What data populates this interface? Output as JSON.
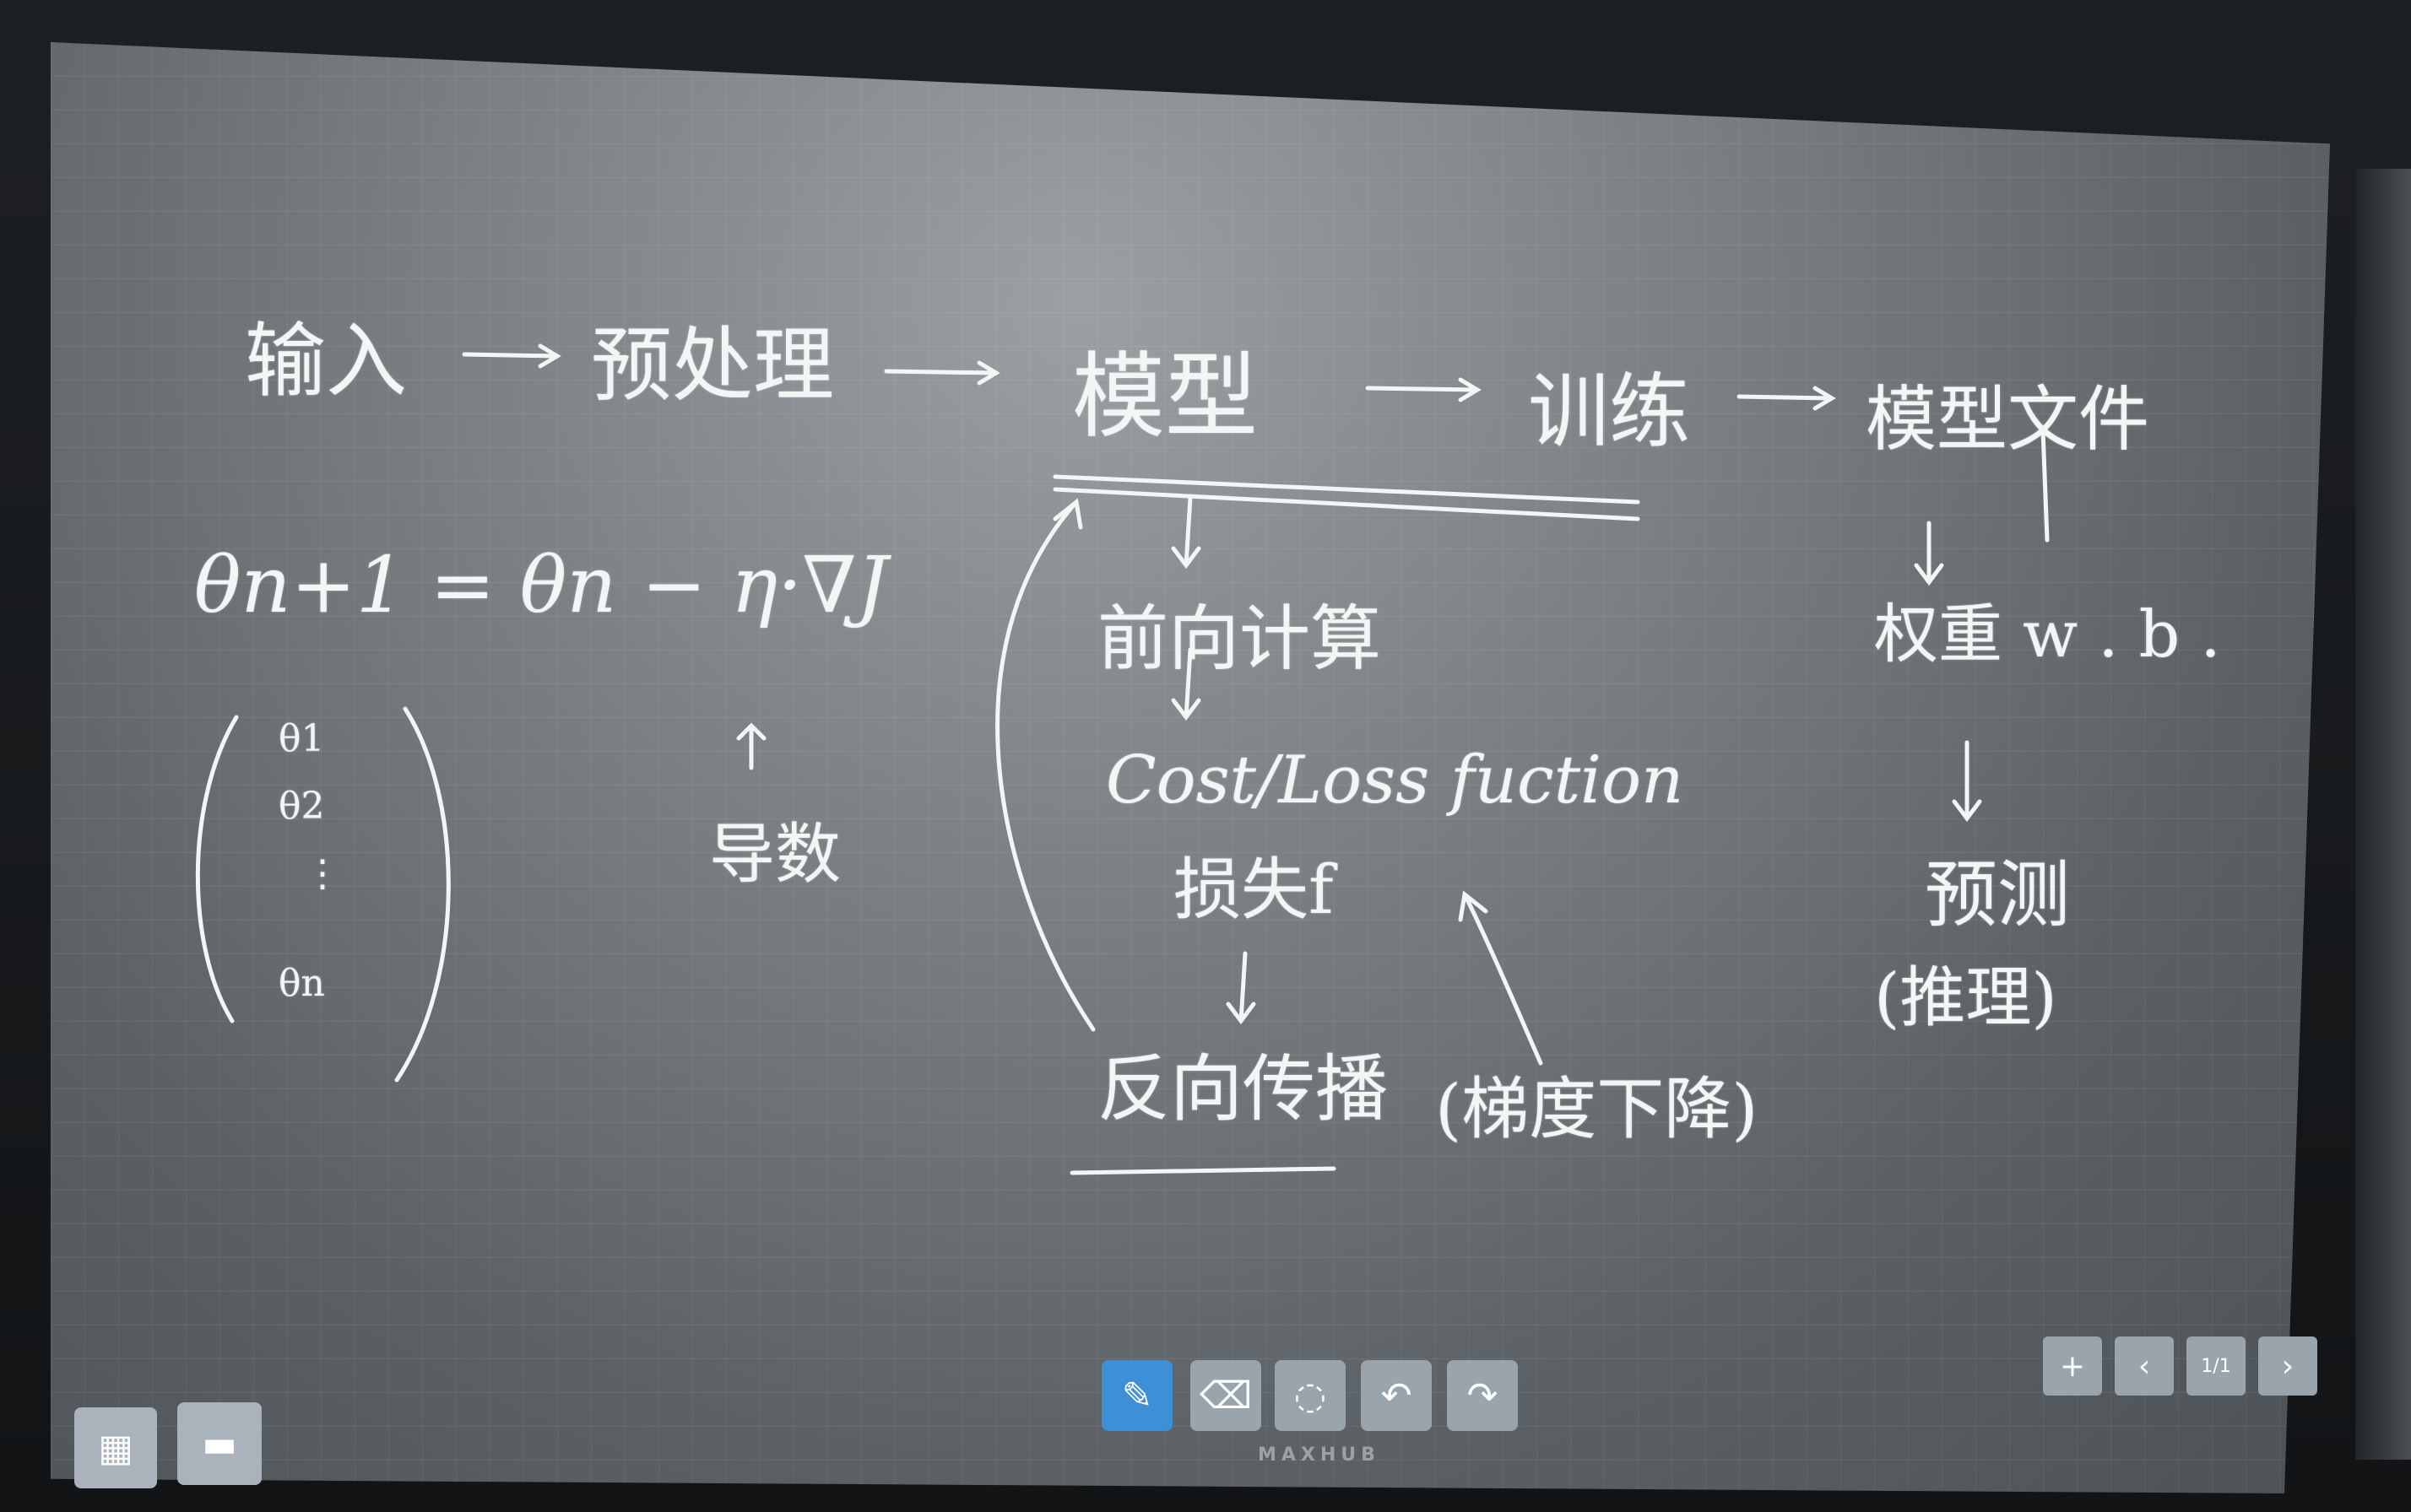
{
  "whiteboard": {
    "row1": [
      "输入",
      "预处理",
      "模型",
      "训练",
      "模型文件"
    ],
    "forward": "前向计算",
    "cost": "Cost/Loss fuction",
    "loss_cn": "损失f",
    "back": "反向传播",
    "grad": "(梯度下降)",
    "formula": "θn+1 = θn − η·∇J",
    "theta1": "θ1",
    "theta2": "θ2",
    "theta_n": "θn",
    "deriv": "导数",
    "wb": "权重 w . b .",
    "predict": "预测",
    "infer": "(推理)"
  },
  "toolbar": {
    "icons": [
      "pen-icon",
      "eraser-icon",
      "lasso-icon",
      "undo-icon",
      "redo-icon"
    ]
  },
  "pager": {
    "page": "1/1"
  },
  "brand": "MAXHUB"
}
